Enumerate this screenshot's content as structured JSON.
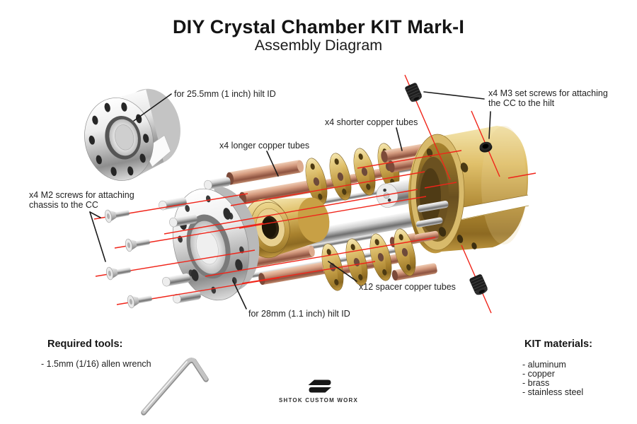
{
  "header": {
    "title": "DIY Crystal Chamber KIT Mark-I",
    "subtitle": "Assembly Diagram"
  },
  "annotations": {
    "hilt_small": "for 25.5mm (1 inch) hilt ID",
    "longer_tubes": "x4 longer copper tubes",
    "shorter_tubes": "x4 shorter copper tubes",
    "m3_set_screws": [
      "x4 M3 set screws for attaching",
      "the CC to the hilt"
    ],
    "m2_screws": [
      "x4 M2 screws for attaching",
      "chassis to the CC"
    ],
    "spacer_tubes": "x12 spacer copper tubes",
    "hilt_large": "for 28mm (1.1 inch) hilt ID"
  },
  "required_tools": {
    "title": "Required tools:",
    "items": [
      "- 1.5mm (1/16) allen wrench"
    ]
  },
  "kit_materials": {
    "title": "KIT materials:",
    "items": [
      "- aluminum",
      "- copper",
      "- brass",
      "- stainless steel"
    ]
  },
  "footer": {
    "brand": "SHTOK CUSTOM WORX"
  },
  "colors": {
    "axis_line": "#f02419",
    "leader_line": "#1b1b1b",
    "brass": "#c9a84f",
    "copper": "#c78e74",
    "aluminum": "#d9d9d9",
    "set_screw": "#1d1d1d",
    "text": "#1f1f1f"
  }
}
